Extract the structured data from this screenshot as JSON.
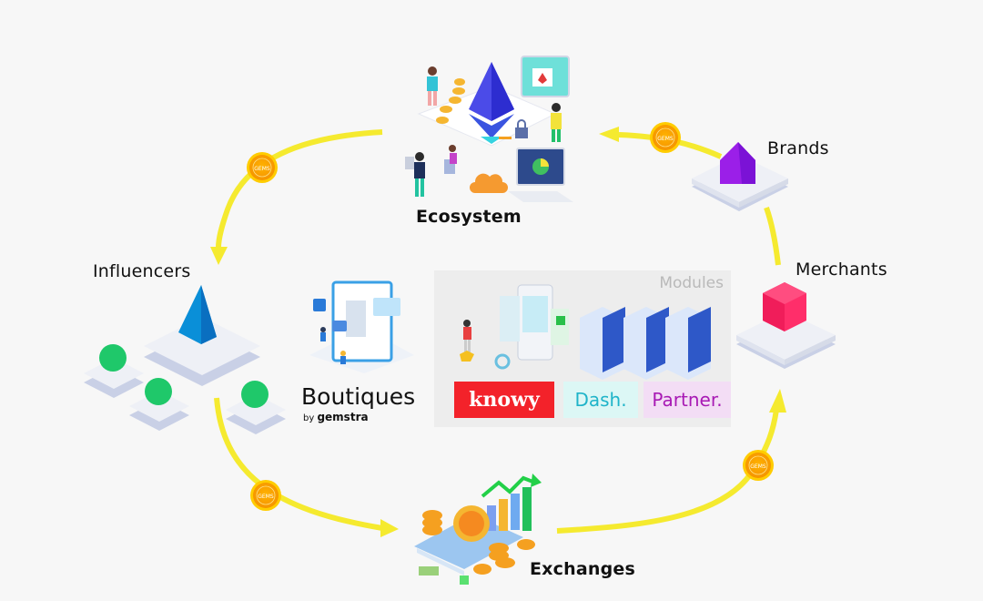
{
  "nodes": {
    "ecosystem": {
      "label": "Ecosystem"
    },
    "brands": {
      "label": "Brands"
    },
    "merchants": {
      "label": "Merchants"
    },
    "influencers": {
      "label": "Influencers"
    },
    "exchanges": {
      "label": "Exchanges"
    }
  },
  "boutiques": {
    "title": "Boutiques",
    "by": "by",
    "brand": "gemstra"
  },
  "modules": {
    "title": "Modules",
    "items": [
      {
        "label": "knowy",
        "color": "#f3222a"
      },
      {
        "label": "Dash.",
        "color": "#1fb4c9"
      },
      {
        "label": "Partner.",
        "color": "#a81ab4"
      }
    ]
  },
  "coin": {
    "label": "GEMS"
  },
  "colors": {
    "flow": "#f5ea2f",
    "coin": "#f8a800"
  }
}
